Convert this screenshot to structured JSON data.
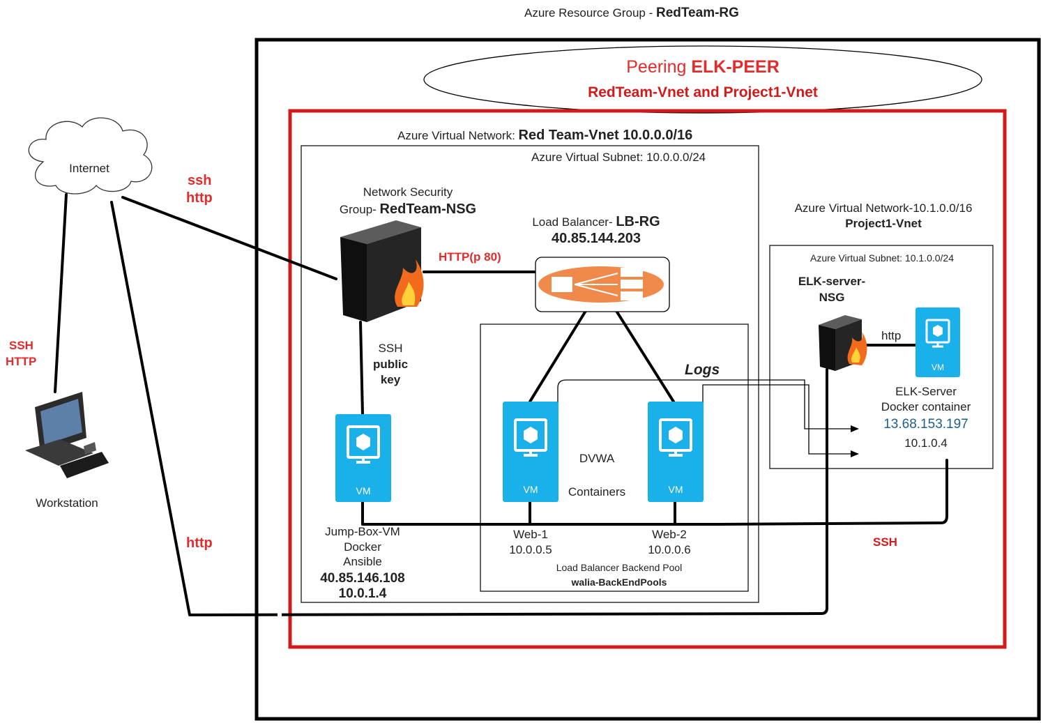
{
  "resource_group": {
    "prefix": "Azure Resource Group - ",
    "name": "RedTeam-RG"
  },
  "peering": {
    "prefix": "Peering ",
    "name": "ELK-PEER",
    "subtitle": "RedTeam-Vnet and Project1-Vnet"
  },
  "redteam_vnet": {
    "prefix": "Azure Virtual Network: ",
    "name": "Red Team-Vnet 10.0.0.0/16",
    "subnet": "Azure Virtual Subnet: 10.0.0.0/24"
  },
  "internet": {
    "label": "Internet"
  },
  "workstation": {
    "label": "Workstation"
  },
  "links": {
    "internet_nsg_1": "ssh",
    "internet_nsg_2": "http",
    "ws_1": "SSH",
    "ws_2": "HTTP",
    "http_bottom": "http",
    "nsg_lb": "HTTP(p 80)",
    "ssh_key_1": "SSH",
    "ssh_key_2": "public",
    "ssh_key_3": "key",
    "logs": "Logs",
    "elk_nsg_vm": "http",
    "ssh_elk": "SSH"
  },
  "nsg": {
    "line1": "Network Security",
    "line2_prefix": "Group- ",
    "line2_name": "RedTeam-NSG"
  },
  "load_balancer": {
    "prefix": "Load Balancer- ",
    "name": "LB-RG",
    "ip": "40.85.144.203"
  },
  "jumpbox": {
    "line1": "Jump-Box-VM",
    "line2": "Docker",
    "line3": "Ansible",
    "public_ip": "40.85.146.108",
    "private_ip": "10.0.1.4",
    "vm_label": "VM"
  },
  "dvwa": {
    "line1": "DVWA",
    "line2": "Containers"
  },
  "web1": {
    "name": "Web-1",
    "ip": "10.0.0.5",
    "vm_label": "VM"
  },
  "web2": {
    "name": "Web-2",
    "ip": "10.0.0.6",
    "vm_label": "VM"
  },
  "backend_pool": {
    "label": "Load Balancer Backend Pool",
    "name": "walia-BackEndPools"
  },
  "project_vnet": {
    "label": "Azure Virtual Network-10.1.0.0/16",
    "name": "Project1-Vnet",
    "subnet": "Azure Virtual Subnet: 10.1.0.0/24"
  },
  "elk_nsg": {
    "line1": "ELK-server-",
    "line2": "NSG"
  },
  "elk_server": {
    "line1": "ELK-Server",
    "line2": "Docker container",
    "public_ip": "13.68.153.197",
    "private_ip": "10.1.0.4",
    "vm_label": "VM"
  },
  "colors": {
    "red_label": "#e32b2b",
    "vnet_border": "#d11a1a",
    "vm_blue": "#1ab0ea",
    "lb_orange": "#f08a4b",
    "link_blue": "#1f5f8b"
  }
}
